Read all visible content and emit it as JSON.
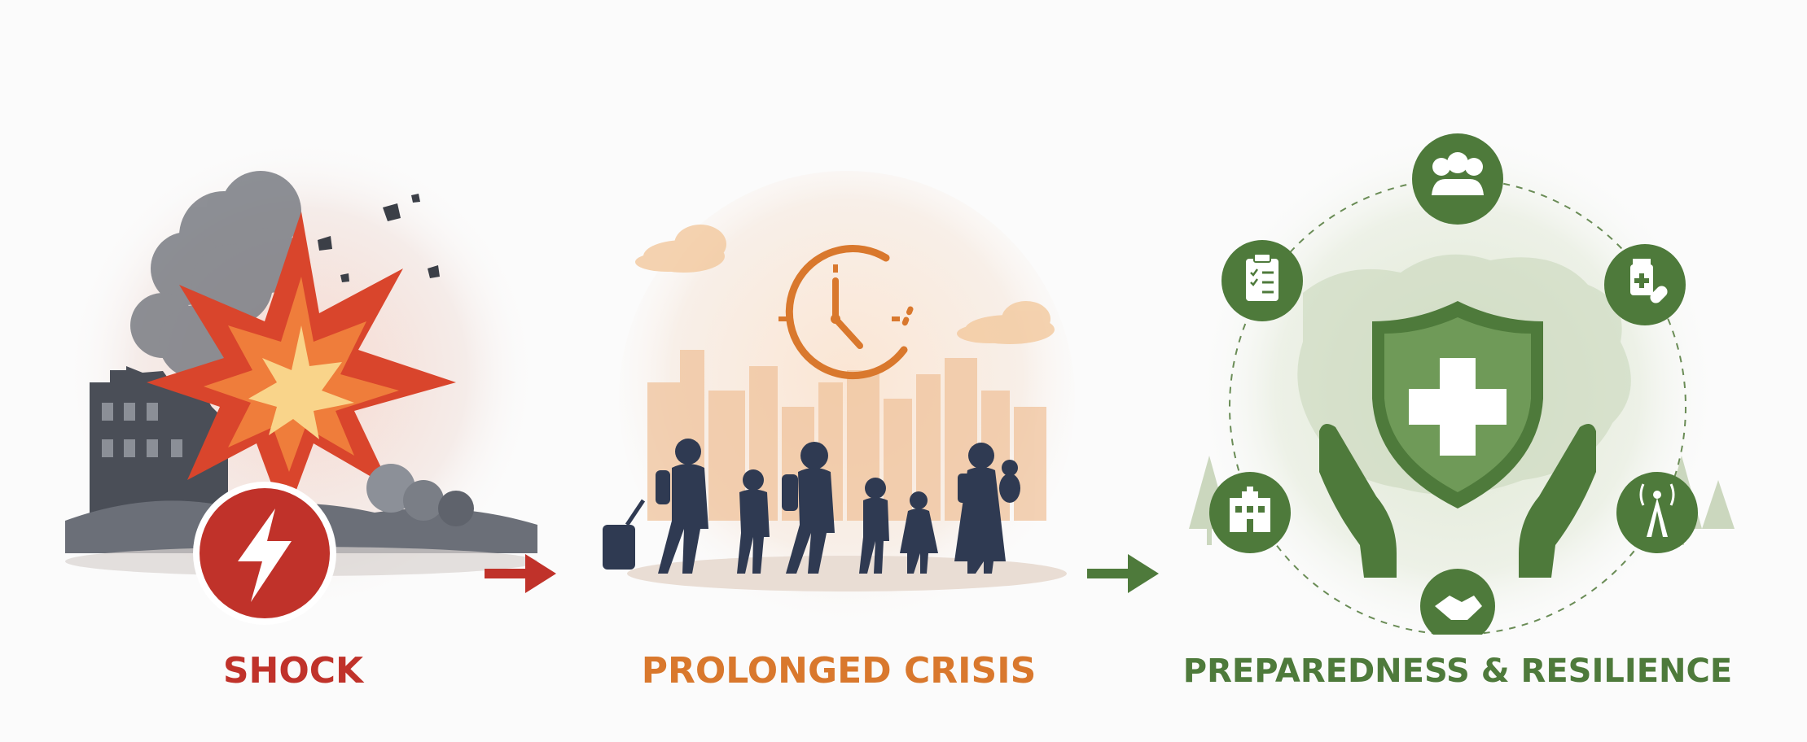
{
  "stages": [
    {
      "label": "SHOCK",
      "color": "#c0322a",
      "icon": "lightning-icon"
    },
    {
      "label": "PROLONGED CRISIS",
      "color": "#d9782d",
      "icon": "clock-icon"
    },
    {
      "label": "PREPAREDNESS & RESILIENCE",
      "color": "#4e7a3b",
      "icon": "shield-cross-icon"
    }
  ],
  "resilience_icons": [
    "community-icon",
    "medicine-icon",
    "communication-tower-icon",
    "handshake-icon",
    "hospital-icon",
    "checklist-icon"
  ],
  "colors": {
    "red": "#c0322a",
    "orange": "#d9782d",
    "green": "#4e7a3b",
    "navy": "#2f3a52"
  }
}
